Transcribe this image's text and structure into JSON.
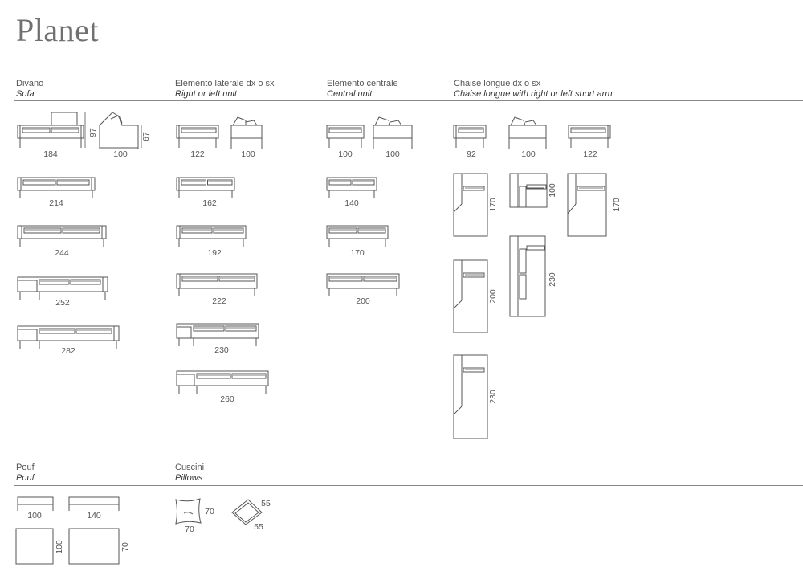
{
  "page": {
    "title": "Planet"
  },
  "sections": {
    "divano": {
      "it": "Divano",
      "en": "Sofa"
    },
    "laterale": {
      "it": "Elemento laterale dx o sx",
      "en": "Right or left unit"
    },
    "centrale": {
      "it": "Elemento centrale",
      "en": "Central unit"
    },
    "chaise": {
      "it": "Chaise longue dx o sx",
      "en": "Chaise longue with right or left short arm"
    },
    "pouf": {
      "it": "Pouf",
      "en": "Pouf"
    },
    "cuscini": {
      "it": "Cuscini",
      "en": "Pillows"
    }
  },
  "dimensions": {
    "divano_widths": [
      "184",
      "214",
      "244",
      "252",
      "282"
    ],
    "divano_height": "97",
    "divano_side_depth": "100",
    "divano_side_height": "67",
    "laterale_widths": [
      "122",
      "100",
      "162",
      "192",
      "222",
      "230",
      "260"
    ],
    "centrale_widths": [
      "100",
      "100",
      "140",
      "170",
      "200"
    ],
    "chaise_widths": [
      "92",
      "100",
      "122"
    ],
    "chaise_lengths": [
      "170",
      "100",
      "170",
      "200",
      "230",
      "230"
    ],
    "pouf_widths": [
      "100",
      "140"
    ],
    "pouf_depths": [
      "100",
      "70"
    ],
    "pillow_a": [
      "70",
      "70"
    ],
    "pillow_b": [
      "55",
      "55"
    ]
  }
}
